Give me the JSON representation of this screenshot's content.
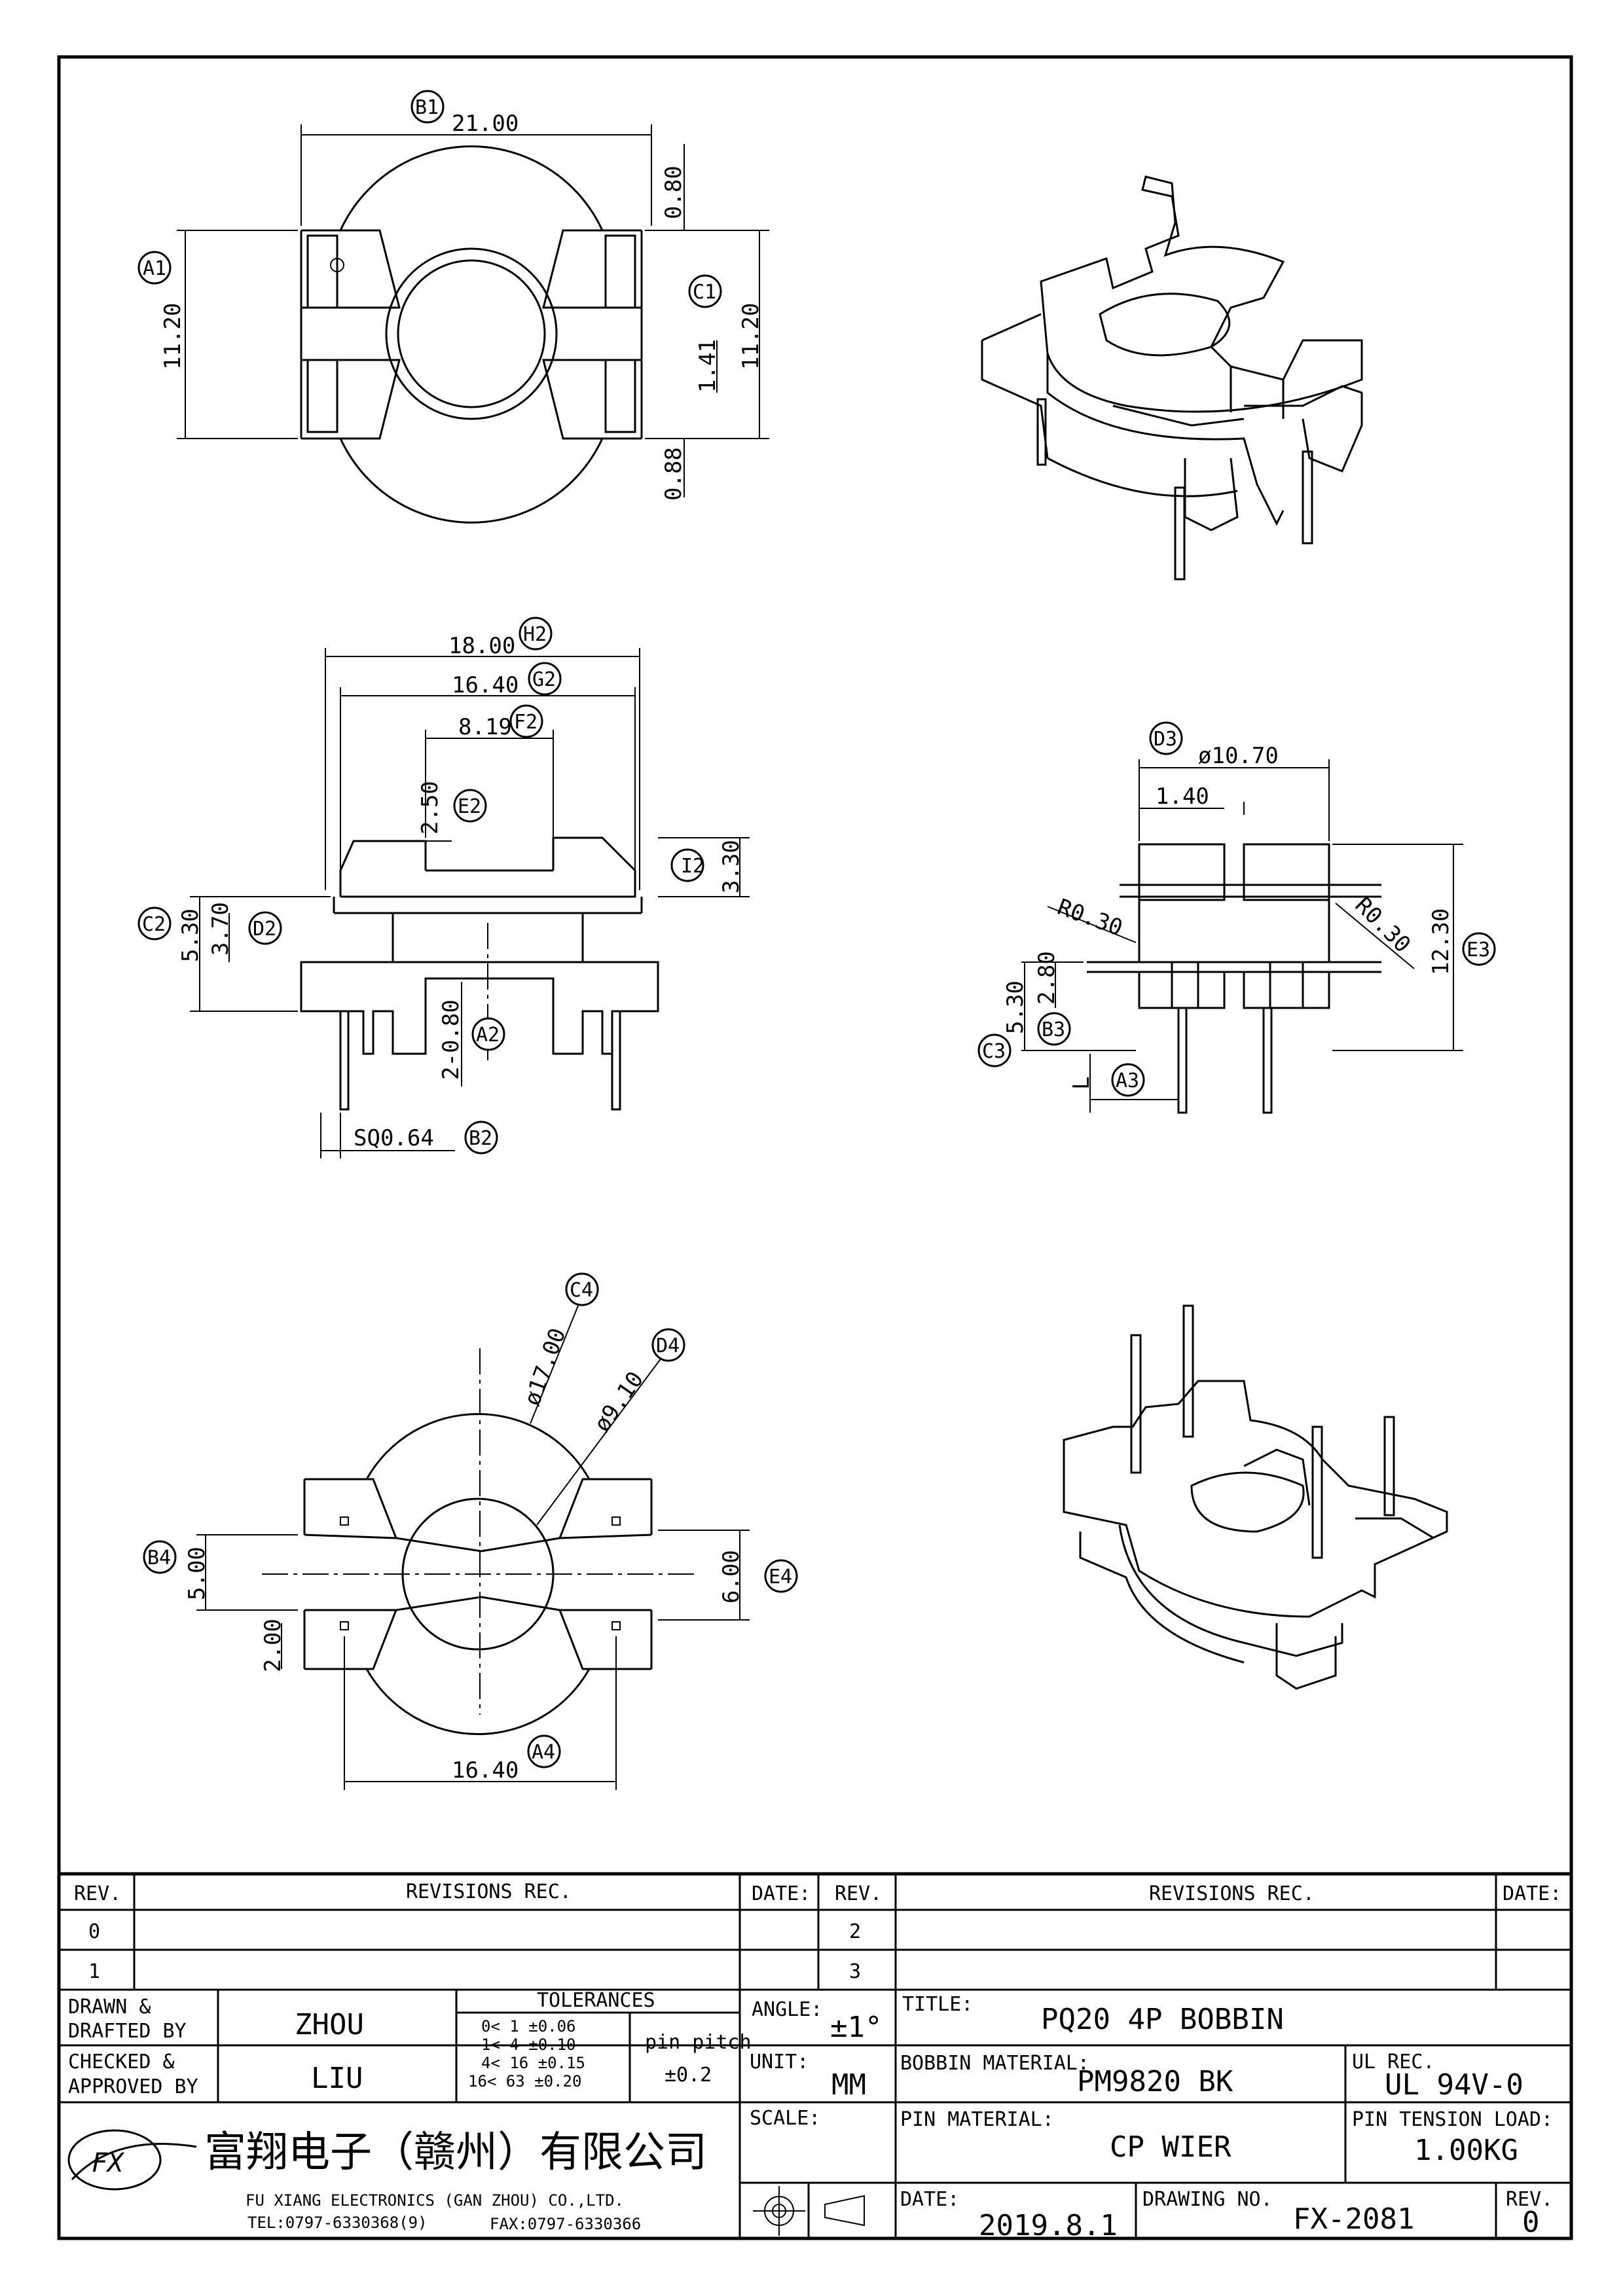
{
  "views": {
    "top": {
      "dims": {
        "width": "21.00",
        "height_left": "11.20",
        "height_right": "11.20",
        "top_gap": "0.80",
        "slot": "1.41",
        "bottom_gap": "0.88"
      },
      "balloons": {
        "b1": "B1",
        "a1": "A1",
        "c1": "C1"
      }
    },
    "front": {
      "dims": {
        "h2": "18.00",
        "g2": "16.40",
        "f2": "8.19",
        "e2": "2.50",
        "i2": "3.30",
        "c2": "5.30",
        "d2": "3.70",
        "a2": "2-0.80",
        "b2": "SQ0.64"
      },
      "balloons": {
        "h2": "H2",
        "g2": "G2",
        "f2": "F2",
        "e2": "E2",
        "i2": "I2",
        "c2": "C2",
        "d2": "D2",
        "a2": "A2",
        "b2": "B2"
      }
    },
    "side": {
      "dims": {
        "d3": "ø10.70",
        "slot": "1.40",
        "r_left": "R0.30",
        "r_right": "R0.30",
        "e3": "12.30",
        "b3": "2.80",
        "c3": "5.30",
        "a3": "L"
      },
      "balloons": {
        "d3": "D3",
        "e3": "E3",
        "b3": "B3",
        "c3": "C3",
        "a3": "A3"
      }
    },
    "bottom": {
      "dims": {
        "c4": "ø17.00",
        "d4": "ø9.10",
        "b4": "5.00",
        "e4": "6.00",
        "pin": "2.00",
        "a4": "16.40"
      },
      "balloons": {
        "c4": "C4",
        "d4": "D4",
        "b4": "B4",
        "e4": "E4",
        "a4": "A4"
      }
    }
  },
  "revisions": {
    "rev_header": "REV.",
    "rec_header": "REVISIONS  REC.",
    "date_header": "DATE:",
    "left_revs": [
      "0",
      "1"
    ],
    "right_revs": [
      "2",
      "3"
    ]
  },
  "title_block": {
    "drawn_label_1": "DRAWN &",
    "drawn_label_2": "DRAFTED BY",
    "drawn_value": "ZHOU",
    "checked_label_1": "CHECKED &",
    "checked_label_2": "APPROVED BY",
    "checked_value": "LIU",
    "tolerances_label": "TOLERANCES",
    "tolerance_rows": [
      "0<  1   ±0.06",
      "1<  4   ±0.10",
      "4<  16  ±0.15",
      "16<  63  ±0.20"
    ],
    "pin_pitch_label": "pin pitch",
    "pin_pitch_value": "±0.2",
    "angle_label": "ANGLE:",
    "angle_value": "±1°",
    "unit_label": "UNIT:",
    "unit_value": "MM",
    "scale_label": "SCALE:",
    "title_label": "TITLE:",
    "title_value": "PQ20  4P  BOBBIN",
    "bobbin_material_label": "BOBBIN MATERIAL:",
    "bobbin_material_value": "PM9820  BK",
    "ul_label": "UL REC.",
    "ul_value": "UL  94V-0",
    "pin_material_label": "PIN MATERIAL:",
    "pin_material_value": "CP  WIER",
    "pin_tension_label": "PIN TENSION LOAD:",
    "pin_tension_value": "1.00KG",
    "date_label": "DATE:",
    "date_value": "2019.8.1",
    "drawing_no_label": "DRAWING NO.",
    "drawing_no_value": "FX-2081",
    "rev_label": "REV.",
    "rev_value": "0",
    "company_cn": "富翔电子（赣州）有限公司",
    "company_en": "FU XIANG ELECTRONICS (GAN ZHOU) CO.,LTD.",
    "tel": "TEL:0797-6330368(9)",
    "fax": "FAX:0797-6330366",
    "logo_text": "FX"
  }
}
